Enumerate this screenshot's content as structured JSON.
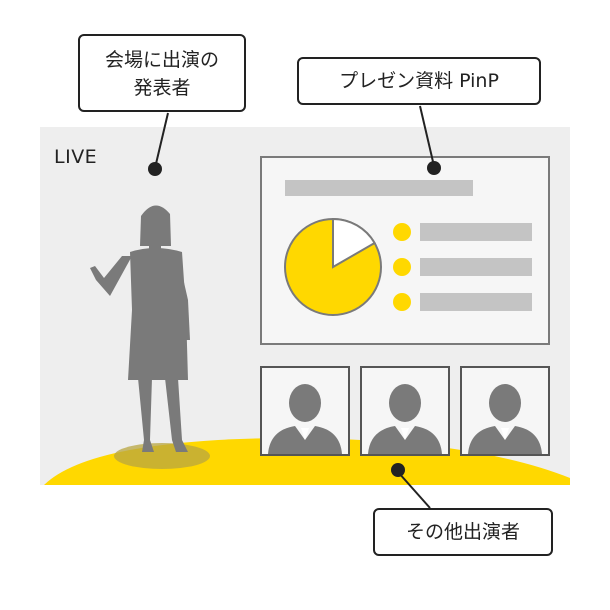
{
  "live_label": "LIVE",
  "callouts": {
    "presenter": [
      "会場に出演の",
      "発表者"
    ],
    "pinp": "プレゼン資料 PinP",
    "others": "その他出演者"
  },
  "colors": {
    "accent": "#FFD800",
    "stage_bg": "#eeeeee",
    "silhouette": "#7a7a7a",
    "bar_gray": "#c4c4c4",
    "outline": "#222222"
  },
  "icons": [
    "presenter-silhouette",
    "pie-chart",
    "bullet-dot",
    "person-avatar"
  ]
}
